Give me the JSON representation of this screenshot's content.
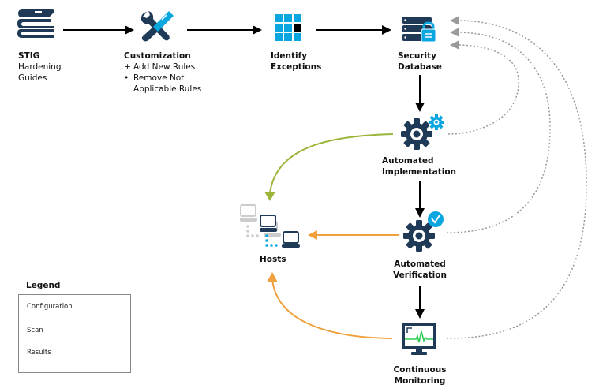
{
  "nodes": {
    "stig": {
      "title": "STIG",
      "lines": [
        "Hardening",
        "Guides"
      ],
      "icon": "book-stack-icon"
    },
    "customization": {
      "title": "Customization",
      "bullets": [
        {
          "marker": "+",
          "text": "Add New Rules"
        },
        {
          "marker": "•",
          "text": "Remove Not"
        },
        {
          "marker": "",
          "text": "Applicable Rules"
        }
      ],
      "icon": "wrench-screwdriver-icon"
    },
    "identify": {
      "title_lines": [
        "Identify",
        "Exceptions"
      ],
      "icon": "grid-icon"
    },
    "database": {
      "title_lines": [
        "Security",
        "Database"
      ],
      "icon": "locked-database-icon"
    },
    "implementation": {
      "title_lines": [
        "Automated",
        "Implementation"
      ],
      "icon": "gears-icon"
    },
    "verification": {
      "title_lines": [
        "Automated",
        "Verification"
      ],
      "icon": "gear-check-icon"
    },
    "monitoring": {
      "title_lines": [
        "Continuous",
        "Monitoring"
      ],
      "icon": "monitor-pulse-icon"
    },
    "hosts": {
      "title": "Hosts",
      "icon": "hosts-network-icon"
    }
  },
  "legend": {
    "title": "Legend",
    "items": [
      {
        "label": "Configuration",
        "color": "#9bb53a",
        "style": "solid"
      },
      {
        "label": "Scan",
        "color": "#f0a03c",
        "style": "solid"
      },
      {
        "label": "Results",
        "color": "#9a9a9a",
        "style": "dotted"
      }
    ]
  },
  "colors": {
    "navy": "#1e3a56",
    "blue": "#0aa6e0",
    "green": "#9bb53a",
    "orange": "#f0a03c",
    "gray": "#9a9a9a",
    "pulse": "#2ecc55"
  }
}
